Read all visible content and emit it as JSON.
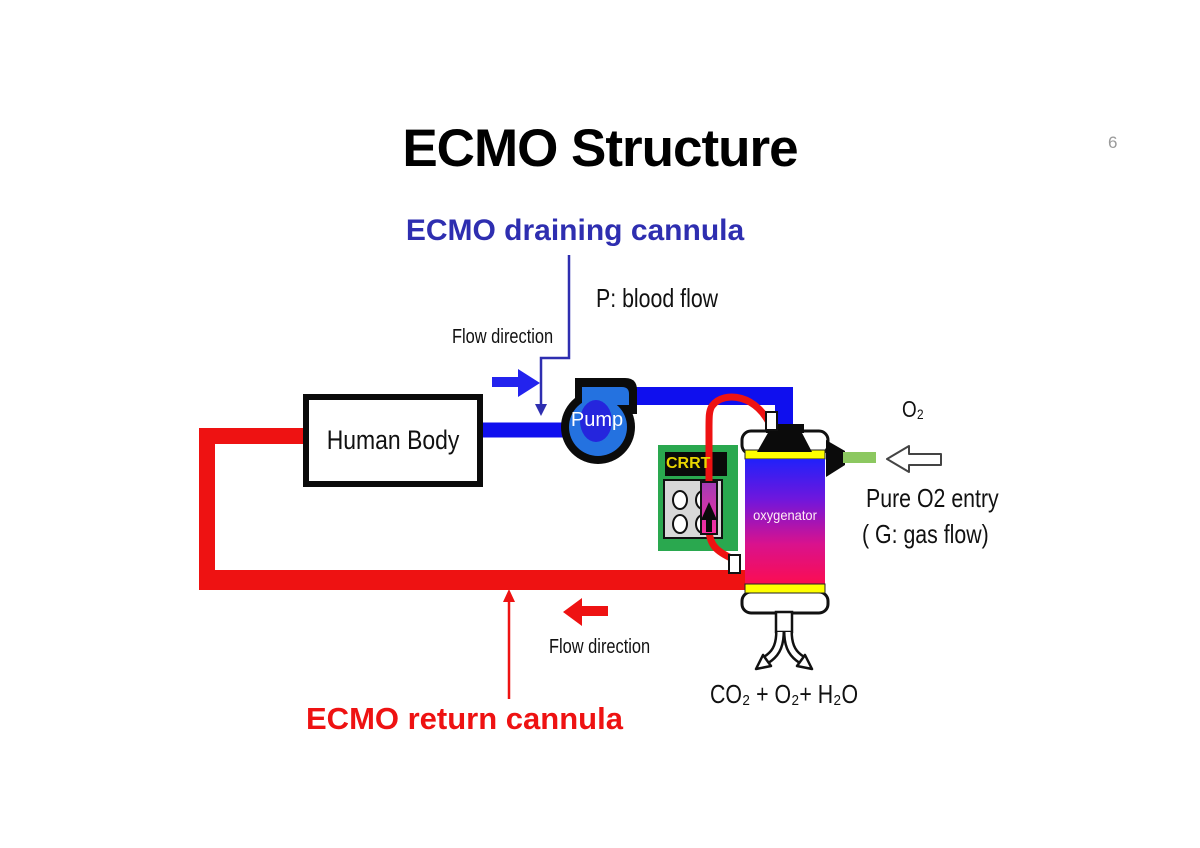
{
  "slide": {
    "title": "ECMO Structure",
    "page_number": "6"
  },
  "labels": {
    "draining_cannula": "ECMO draining cannula",
    "return_cannula": "ECMO return cannula",
    "blood_flow": "P: blood flow",
    "flow_direction_top": "Flow direction",
    "flow_direction_bottom": "Flow direction",
    "human_body": "Human Body",
    "pump": "Pump",
    "crrt": "CRRT",
    "oxygenator": "oxygenator",
    "o2": "O₂",
    "pure_o2_entry": "Pure O2 entry",
    "gas_flow": "( G: gas flow)",
    "exhaust_gases": "CO₂ + O₂+ H₂O"
  },
  "colors": {
    "drain_line": "#0f0fee",
    "blue_arrow": "#2323ee",
    "return_line": "#ee1212",
    "draining_text": "#2e2eb0",
    "return_text": "#ee1212",
    "crrt_green": "#2aa84f",
    "crrt_text": "#e8d500",
    "o2_line_green": "#8cc860",
    "pump_blue": "#2472e0",
    "pump_inner": "#2525dd",
    "stripe_yellow": "#ffff00",
    "ox_top": "#2121fa",
    "ox_mid1": "#6f17dd",
    "ox_mid2": "#d9128d",
    "ox_bottom": "#fb0d52",
    "cart_top": "#a23cb4",
    "cart_bottom": "#fb2da0",
    "page_number_gray": "#9a9a9a"
  }
}
